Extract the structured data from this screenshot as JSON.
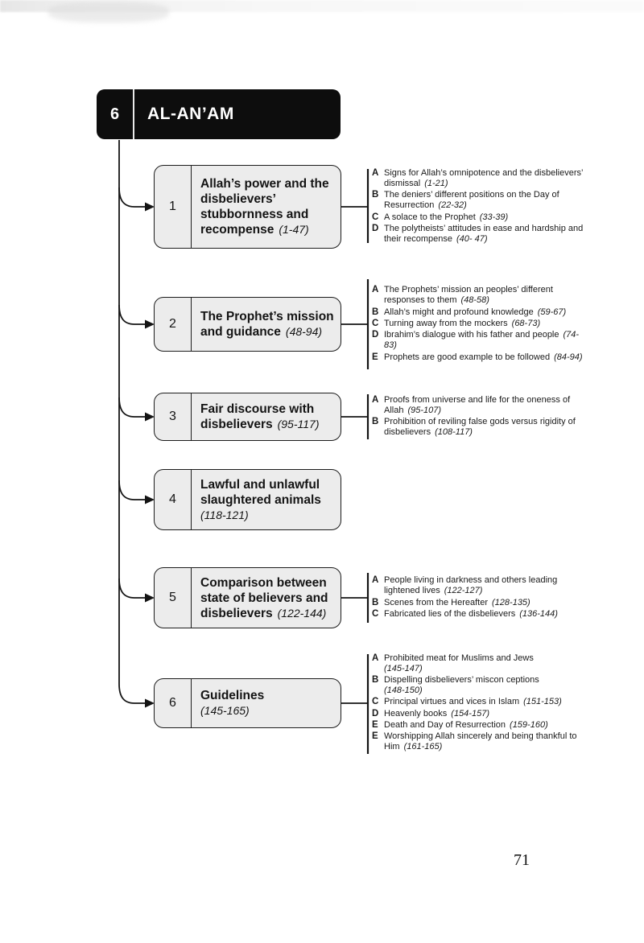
{
  "page_number": "71",
  "header": {
    "number": "6",
    "title": "AL-AN’AM"
  },
  "colors": {
    "header_bg": "#0d0d0d",
    "header_text": "#ffffff",
    "box_bg": "#ececec",
    "box_border": "#1c1c1c",
    "line": "#141414"
  },
  "sections": [
    {
      "number": "1",
      "title": "Allah’s power and the disbelievers’ stubbornness and recompense",
      "range": "(1-47)",
      "range_block": false,
      "items": [
        {
          "letter": "A",
          "text": "Signs for Allah’s omnipotence and the disbelievers’ dismissal",
          "range": "(1-21)",
          "range_block": false
        },
        {
          "letter": "B",
          "text": "The deniers’ different positions on the Day of Resurrection",
          "range": "(22-32)",
          "range_block": false
        },
        {
          "letter": "C",
          "text": "A solace to the Prophet",
          "range": "(33-39)",
          "range_block": false
        },
        {
          "letter": "D",
          "text": "The polytheists’ attitudes in ease and hardship and their recompense",
          "range": "(40- 47)",
          "range_block": false
        }
      ]
    },
    {
      "number": "2",
      "title": "The Prophet’s mission and guidance",
      "range": "(48-94)",
      "range_block": false,
      "items": [
        {
          "letter": "A",
          "text": "The Prophets’ mission an peoples’ different responses to them",
          "range": "(48-58)",
          "range_block": false
        },
        {
          "letter": "B",
          "text": "Allah’s might and profound knowledge",
          "range": "(59-67)",
          "range_block": false
        },
        {
          "letter": "C",
          "text": "Turning away from the mockers",
          "range": "(68-73)",
          "range_block": false
        },
        {
          "letter": "D",
          "text": "Ibrahim’s dialogue with his father and people",
          "range": "(74-83)",
          "range_block": false
        },
        {
          "letter": "E",
          "text": "Prophets are good example to be followed",
          "range": "(84-94)",
          "range_block": false
        }
      ]
    },
    {
      "number": "3",
      "title": "Fair discourse with disbelievers",
      "range": "(95-117)",
      "range_block": false,
      "items": [
        {
          "letter": "A",
          "text": "Proofs from universe and life for the oneness of Allah",
          "range": "(95-107)",
          "range_block": false
        },
        {
          "letter": "B",
          "text": "Prohibition of reviling false gods versus rigidity of disbelievers",
          "range": "(108-117)",
          "range_block": false
        }
      ]
    },
    {
      "number": "4",
      "title": "Lawful and unlawful slaughtered animals",
      "range": "(118-121)",
      "range_block": true,
      "items": []
    },
    {
      "number": "5",
      "title": "Comparison between state of believers and disbelievers",
      "range": "(122-144)",
      "range_block": false,
      "items": [
        {
          "letter": "A",
          "text": "People living in darkness and others leading lightened lives",
          "range": "(122-127)",
          "range_block": false
        },
        {
          "letter": "B",
          "text": "Scenes from the Hereafter",
          "range": "(128-135)",
          "range_block": false
        },
        {
          "letter": "C",
          "text": "Fabricated lies of the disbelievers",
          "range": "(136-144)",
          "range_block": false
        }
      ]
    },
    {
      "number": "6",
      "title": "Guidelines",
      "range": "(145-165)",
      "range_block": true,
      "items": [
        {
          "letter": "A",
          "text": "Prohibited meat for Muslims and Jews",
          "range": "(145-147)",
          "range_block": true
        },
        {
          "letter": "B",
          "text": "Dispelling disbelievers’ miscon ceptions",
          "range": "(148-150)",
          "range_block": true
        },
        {
          "letter": "C",
          "text": "Principal virtues and vices in Islam",
          "range": "(151-153)",
          "range_block": false
        },
        {
          "letter": "D",
          "text": "Heavenly books",
          "range": "(154-157)",
          "range_block": false
        },
        {
          "letter": "E",
          "text": "Death and Day of Resurrection",
          "range": "(159-160)",
          "range_block": false
        },
        {
          "letter": "E",
          "text": "Worshipping Allah sincerely and being thankful to Him",
          "range": "(161-165)",
          "range_block": false
        }
      ]
    }
  ]
}
